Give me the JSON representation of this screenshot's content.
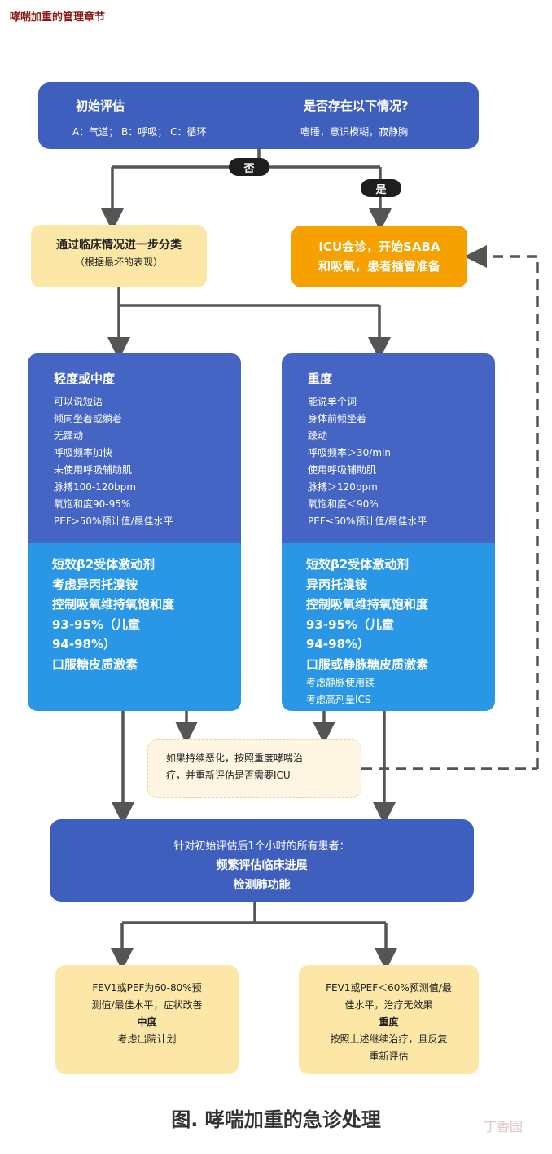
{
  "page_title": "哮喘加重的管理章节",
  "top": {
    "left_title": "初始评估",
    "left_sub": "A：气道；  B：呼吸；  C：循环",
    "right_title": "是否存在以下情况?",
    "right_sub": "嗜睡，意识模糊，寂静胸"
  },
  "branch": {
    "no": "否",
    "yes": "是"
  },
  "classify": {
    "line1": "通过临床情况进一步分类",
    "line2": "（根据最坏的表现）"
  },
  "icu": {
    "line1": "ICU会诊，开始SABA",
    "line2": "和吸氧，患者插管准备"
  },
  "mild": {
    "title": "轻度或中度",
    "signs": [
      "可以说短语",
      "倾向坐着或躺着",
      "无躁动",
      "呼吸频率加快",
      "未使用呼吸辅助肌",
      "脉搏100-120bpm",
      "氧饱和度90-95%",
      "PEF>50%预计值/最佳水平"
    ],
    "treatments": [
      "短效β2受体激动剂",
      "考虑异丙托溴铵",
      "控制吸氧维持氧饱和度",
      "93-95%（儿童",
      "94-98%）",
      "口服糖皮质激素"
    ]
  },
  "severe": {
    "title": "重度",
    "signs": [
      "能说单个词",
      "身体前倾坐着",
      "躁动",
      "呼吸频率＞30/min",
      "使用呼吸辅助肌",
      "脉搏＞120bpm",
      "氧饱和度＜90%",
      "PEF≤50%预计值/最佳水平"
    ],
    "treatments": [
      "短效β2受体激动剂",
      "异丙托溴铵",
      "控制吸氧维持氧饱和度",
      "93-95%（儿童",
      "94-98%）",
      "口服或静脉糖皮质激素"
    ],
    "extra": [
      "考虑静脉使用镁",
      "考虑高剂量ICS"
    ]
  },
  "note": {
    "line1": "如果持续恶化，按照重度哮喘治",
    "line2": "疗，并重新评估是否需要ICU"
  },
  "reassess": {
    "line1": "针对初始评估后1个小时的所有患者：",
    "line2": "频繁评估临床进展",
    "line3": "检测肺功能"
  },
  "outcome_good": {
    "line1": "FEV1或PEF为60-80%预",
    "line2": "测值/最佳水平，症状改善",
    "line3": "中度",
    "line4": "考虑出院计划"
  },
  "outcome_bad": {
    "line1": "FEV1或PEF＜60%预测值/最",
    "line2": "佳水平，治疗无效果",
    "line3": "重度",
    "line4": "按照上述继续治疗，且反复",
    "line5": "重新评估"
  },
  "caption": "图. 哮喘加重的急诊处理",
  "watermark": "丁香园",
  "colors": {
    "blue": "#3f5fbf",
    "light_blue": "#2a97e6",
    "yellow": "#fde7a6",
    "orange": "#f7a100",
    "line": "#555555"
  }
}
